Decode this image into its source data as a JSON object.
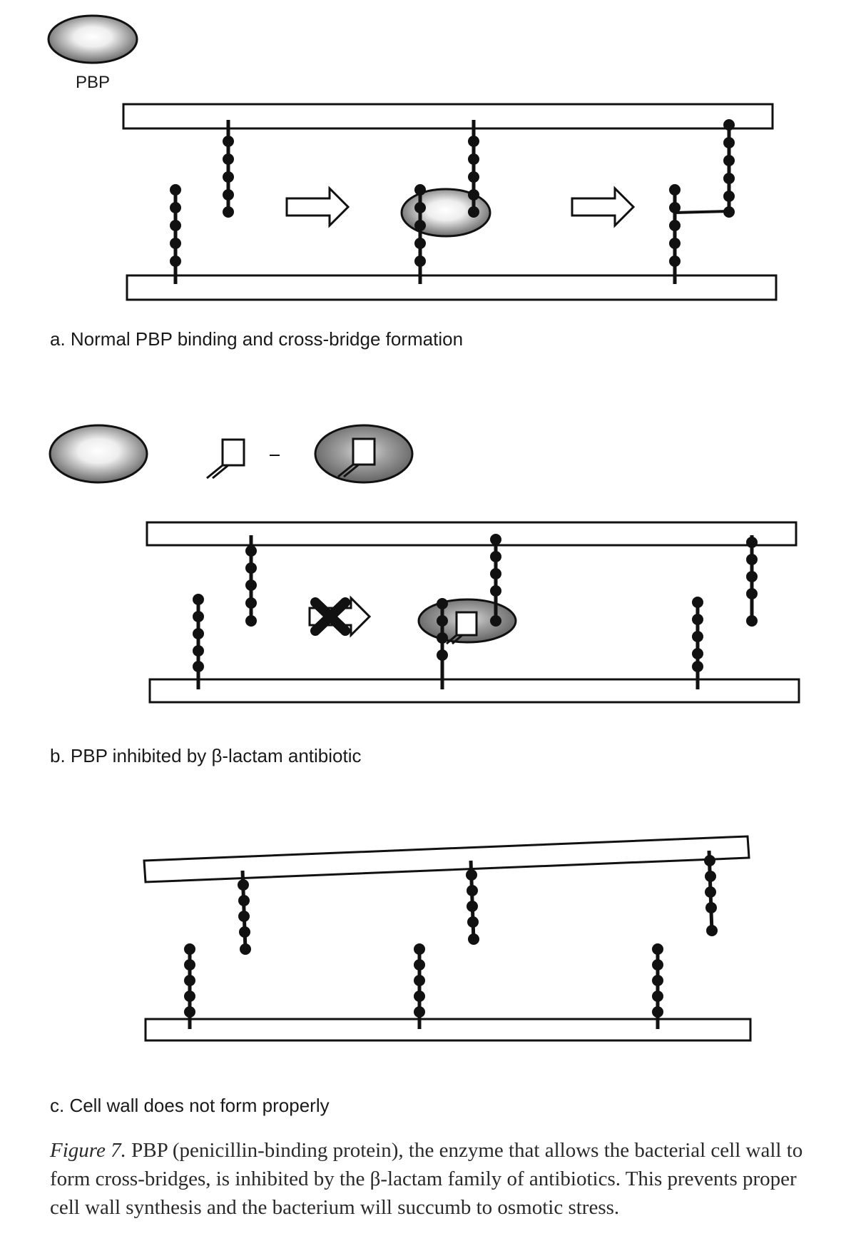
{
  "pbp_label": "PBP",
  "panels": {
    "a": {
      "caption": "a. Normal PBP binding and cross-bridge formation"
    },
    "b": {
      "caption": "b. PBP inhibited by β-lactam antibiotic"
    },
    "c": {
      "caption": "c. Cell wall does not form properly"
    }
  },
  "figure_caption": {
    "label": "Figure 7.",
    "text": " PBP (penicillin-binding protein), the enzyme that allows the bacterial cell wall to form cross-bridges, is inhibited by the β-lactam family of antibiotics. This prevents proper cell wall synthesis and the bacterium will succumb to osmotic stress."
  },
  "colors": {
    "stroke": "#111111",
    "enzyme_light": "#ffffff",
    "enzyme_dark": "#555555",
    "inhibited_enzyme_light": "#dddddd",
    "inhibited_enzyme_dark": "#5a5a5a"
  }
}
